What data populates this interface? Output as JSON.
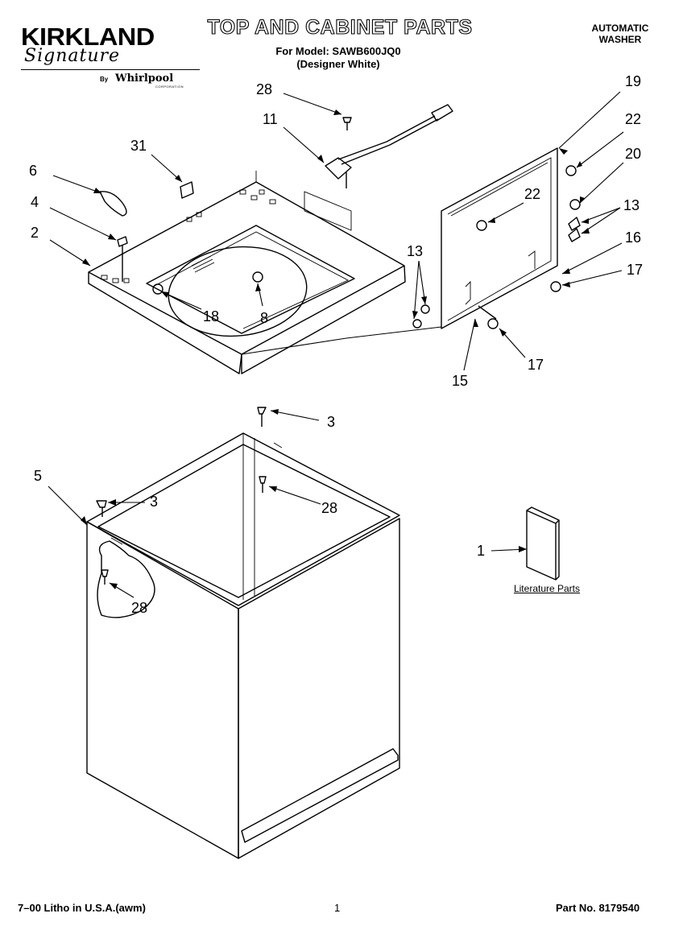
{
  "header": {
    "brand_name": "KIRKLAND",
    "brand_signature": "Signature",
    "by_label": "By",
    "manufacturer": "Whirlpool",
    "manufacturer_sub": "CORPORATION",
    "title": "TOP AND CABINET PARTS",
    "model_line": "For Model: SAWB600JQ0",
    "model_variant": "(Designer White)",
    "product_type_line1": "AUTOMATIC",
    "product_type_line2": "WASHER"
  },
  "callouts": {
    "c28_top": "28",
    "c11": "11",
    "c31": "31",
    "c6": "6",
    "c4": "4",
    "c2": "2",
    "c18": "18",
    "c8": "8",
    "c19": "19",
    "c22_right": "22",
    "c20": "20",
    "c22_left": "22",
    "c13_right": "13",
    "c16": "16",
    "c17_right": "17",
    "c13_left": "13",
    "c15": "15",
    "c17_bottom": "17",
    "c3_top": "3",
    "c28_mid": "28",
    "c5": "5",
    "c3_left": "3",
    "c28_left": "28",
    "c1": "1"
  },
  "literature_label": "Literature Parts",
  "footer": {
    "left": "7–00 Litho in U.S.A.(awm)",
    "center": "1",
    "right": "Part No. 8179540"
  }
}
